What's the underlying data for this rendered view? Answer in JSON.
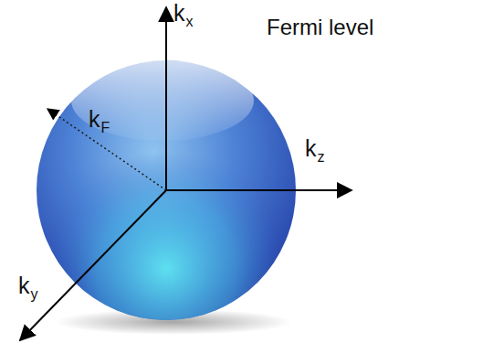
{
  "diagram": {
    "labels": [
      "kx",
      "Fermi level",
      "kF",
      "kz",
      "ky"
    ]
  }
}
